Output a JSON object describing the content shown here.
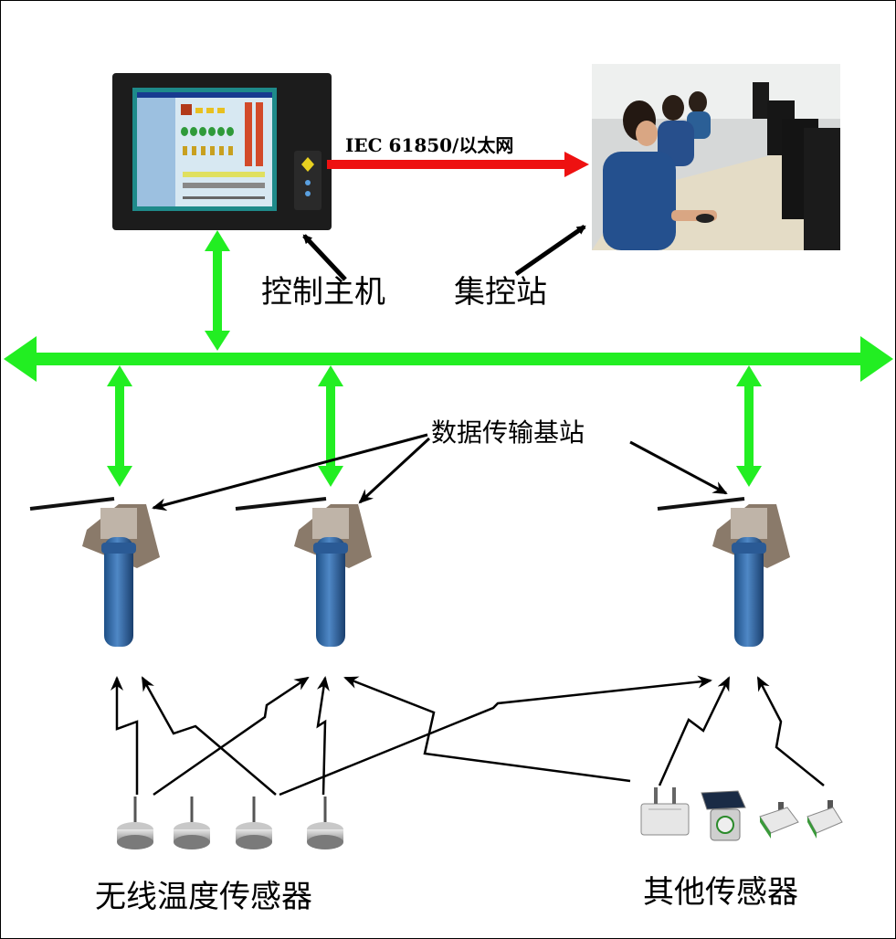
{
  "protocol_label": "IEC 61850/以太网",
  "labels": {
    "control_host": "控制主机",
    "control_station": "集控站",
    "base_station": "数据传输基站",
    "wireless_temp_sensors": "无线温度传感器",
    "other_sensors": "其他传感器"
  },
  "colors": {
    "bus": "#22ee22",
    "protocol_arrow": "#ee1111",
    "pointer": "#000000",
    "station_body": "#3a6ea8",
    "screen": "#1e8a8a"
  },
  "icons": {
    "control_host": "industrial-panel-pc-icon",
    "control_station": "control-room-photo",
    "base_station": "antenna-base-station-icon",
    "wireless_temp_sensor": "puck-sensor-icon",
    "other_sensor": "enclosure-sensor-icon"
  }
}
